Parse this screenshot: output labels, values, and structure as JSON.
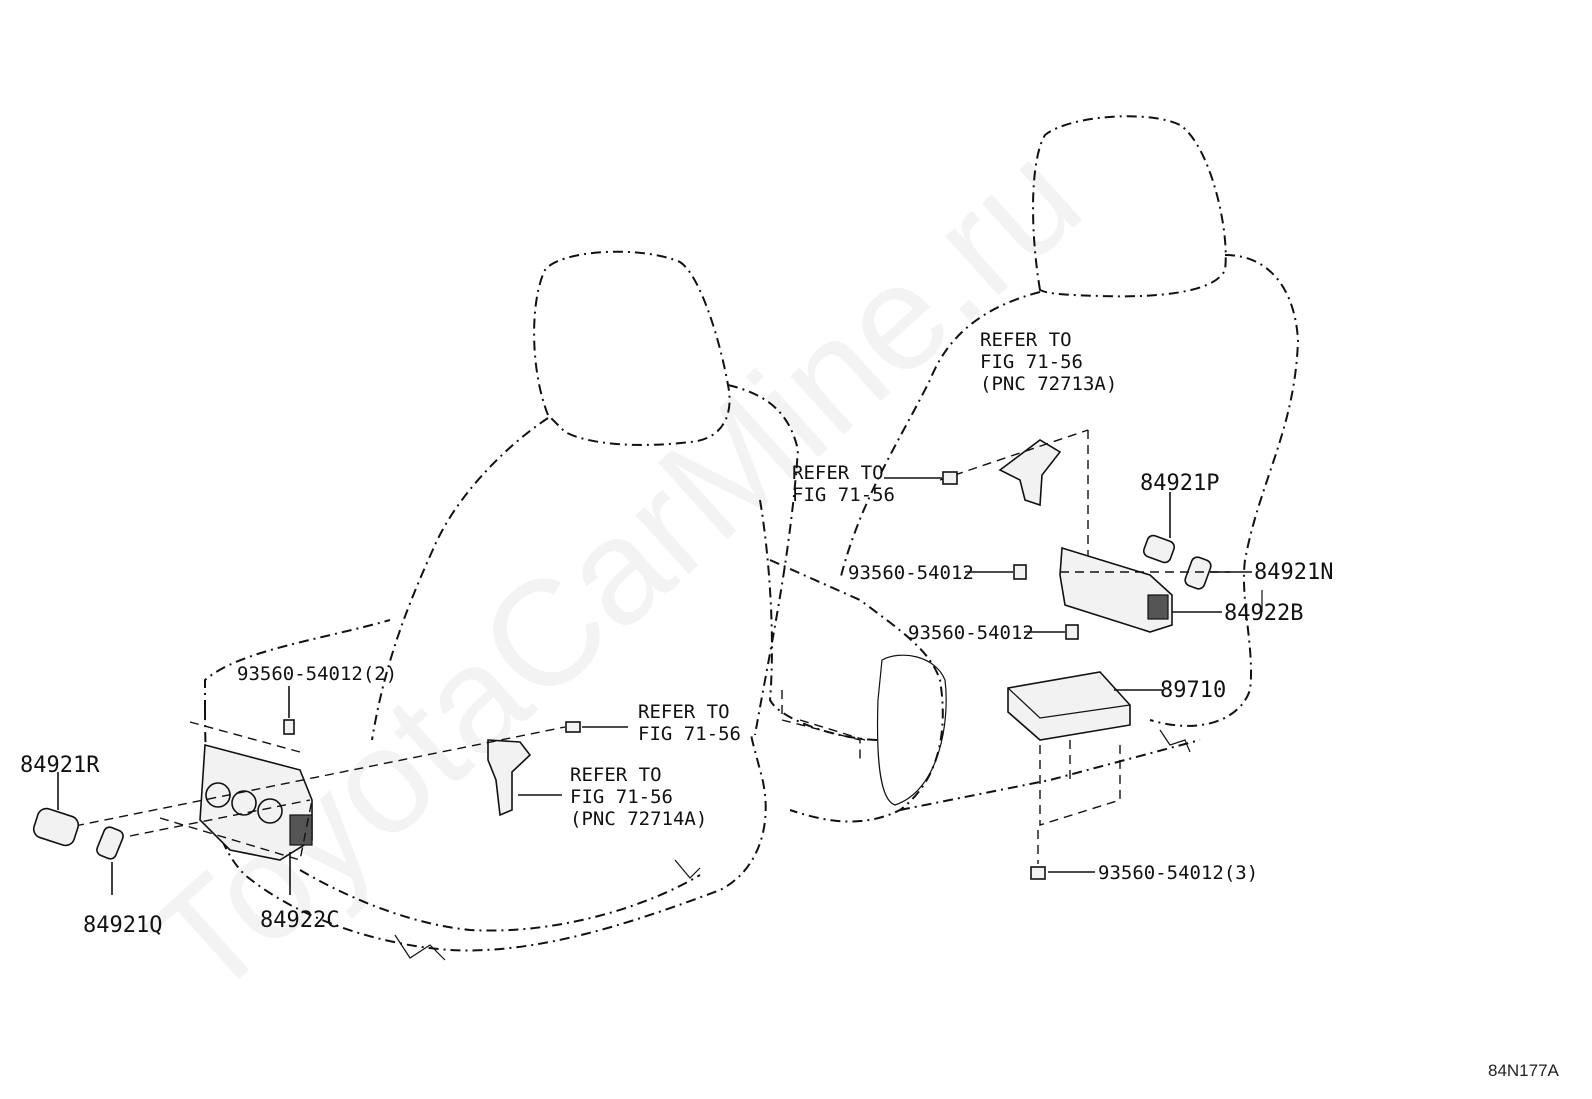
{
  "watermark": "ToyotaCarMine.ru",
  "diagram_code": "84N177A",
  "callouts": {
    "refer_top_right": [
      "REFER TO",
      "FIG 71-56",
      "(PNC 72713A)"
    ],
    "refer_mid": [
      "REFER TO",
      "FIG 71-56"
    ],
    "refer_left_upper": [
      "REFER TO",
      "FIG 71-56"
    ],
    "refer_left_lower": [
      "REFER TO",
      "FIG 71-56",
      "(PNC 72714A)"
    ]
  },
  "parts": {
    "p_84921R": "84921R",
    "p_84921Q": "84921Q",
    "p_84922C": "84922C",
    "p_93560_left": "93560-54012(2)",
    "p_84921P": "84921P",
    "p_84921N": "84921N",
    "p_84922B": "84922B",
    "p_93560_a": "93560-54012",
    "p_93560_b": "93560-54012",
    "p_89710": "89710",
    "p_93560_bottom": "93560-54012(3)"
  }
}
